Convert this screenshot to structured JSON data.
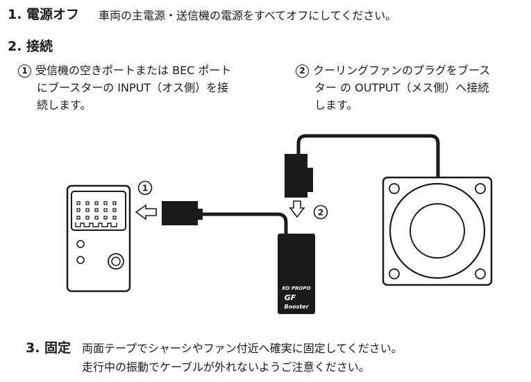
{
  "section1": {
    "heading": "1. 電源オフ",
    "text": "車両の主電源・送信機の電源をすべてオフにしてください。"
  },
  "section2": {
    "heading": "2. 接続",
    "step1": {
      "num": "1",
      "lines": [
        "受信機の空きポートまたは BEC ポート",
        "にブースターの INPUT（オス側）を接",
        "続します。"
      ]
    },
    "step2": {
      "num": "2",
      "lines": [
        "クーリングファンのプラグをブース",
        "ター の OUTPUT（メス側）へ接続",
        "します。"
      ]
    }
  },
  "diagram": {
    "marker1": "1",
    "marker2": "2",
    "booster_label": {
      "brand": "KO PROPO",
      "mark": "GF",
      "name": "Booster"
    }
  },
  "section3": {
    "heading": "3. 固定",
    "lines": [
      "両面テープでシャーシやファン付近へ確実に固定してください。",
      "走行中の振動でケーブルが外れないようご注意ください。"
    ]
  }
}
